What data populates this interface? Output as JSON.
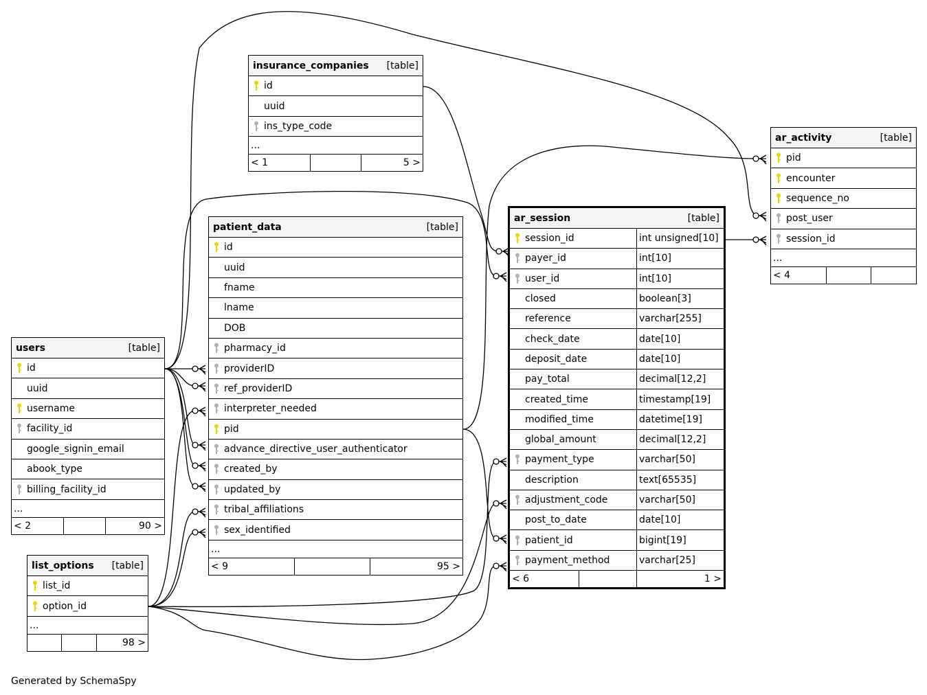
{
  "footer_text": "Generated by SchemaSpy",
  "colors": {
    "primary_key": "#e6d800",
    "foreign_key": "#b0b0b0",
    "header_bg": "#f4f4f4"
  },
  "tables": {
    "insurance_companies": {
      "name": "insurance_companies",
      "kind": "[table]",
      "columns": [
        {
          "name": "id",
          "key": "primary"
        },
        {
          "name": "uuid",
          "key": "none"
        },
        {
          "name": "ins_type_code",
          "key": "foreign"
        }
      ],
      "ellipsis": "...",
      "parents": "< 1",
      "middle": "",
      "children": "5 >"
    },
    "ar_activity": {
      "name": "ar_activity",
      "kind": "[table]",
      "columns": [
        {
          "name": "pid",
          "key": "primary"
        },
        {
          "name": "encounter",
          "key": "primary"
        },
        {
          "name": "sequence_no",
          "key": "primary"
        },
        {
          "name": "post_user",
          "key": "foreign"
        },
        {
          "name": "session_id",
          "key": "foreign"
        }
      ],
      "ellipsis": "...",
      "parents": "< 4",
      "middle": "",
      "children": ""
    },
    "ar_session": {
      "name": "ar_session",
      "kind": "[table]",
      "columns": [
        {
          "name": "session_id",
          "type": "int unsigned[10]",
          "key": "primary"
        },
        {
          "name": "payer_id",
          "type": "int[10]",
          "key": "foreign"
        },
        {
          "name": "user_id",
          "type": "int[10]",
          "key": "foreign"
        },
        {
          "name": "closed",
          "type": "boolean[3]",
          "key": "none"
        },
        {
          "name": "reference",
          "type": "varchar[255]",
          "key": "none"
        },
        {
          "name": "check_date",
          "type": "date[10]",
          "key": "none"
        },
        {
          "name": "deposit_date",
          "type": "date[10]",
          "key": "none"
        },
        {
          "name": "pay_total",
          "type": "decimal[12,2]",
          "key": "none"
        },
        {
          "name": "created_time",
          "type": "timestamp[19]",
          "key": "none"
        },
        {
          "name": "modified_time",
          "type": "datetime[19]",
          "key": "none"
        },
        {
          "name": "global_amount",
          "type": "decimal[12,2]",
          "key": "none"
        },
        {
          "name": "payment_type",
          "type": "varchar[50]",
          "key": "foreign"
        },
        {
          "name": "description",
          "type": "text[65535]",
          "key": "none"
        },
        {
          "name": "adjustment_code",
          "type": "varchar[50]",
          "key": "foreign"
        },
        {
          "name": "post_to_date",
          "type": "date[10]",
          "key": "none"
        },
        {
          "name": "patient_id",
          "type": "bigint[19]",
          "key": "foreign"
        },
        {
          "name": "payment_method",
          "type": "varchar[25]",
          "key": "foreign"
        }
      ],
      "parents": "< 6",
      "middle": "",
      "children": "1 >"
    },
    "patient_data": {
      "name": "patient_data",
      "kind": "[table]",
      "columns": [
        {
          "name": "id",
          "key": "primary"
        },
        {
          "name": "uuid",
          "key": "none"
        },
        {
          "name": "fname",
          "key": "none"
        },
        {
          "name": "lname",
          "key": "none"
        },
        {
          "name": "DOB",
          "key": "none"
        },
        {
          "name": "pharmacy_id",
          "key": "foreign"
        },
        {
          "name": "providerID",
          "key": "foreign"
        },
        {
          "name": "ref_providerID",
          "key": "foreign"
        },
        {
          "name": "interpreter_needed",
          "key": "foreign"
        },
        {
          "name": "pid",
          "key": "primary"
        },
        {
          "name": "advance_directive_user_authenticator",
          "key": "foreign"
        },
        {
          "name": "created_by",
          "key": "foreign"
        },
        {
          "name": "updated_by",
          "key": "foreign"
        },
        {
          "name": "tribal_affiliations",
          "key": "foreign"
        },
        {
          "name": "sex_identified",
          "key": "foreign"
        }
      ],
      "ellipsis": "...",
      "parents": "< 9",
      "middle": "",
      "children": "95 >"
    },
    "users": {
      "name": "users",
      "kind": "[table]",
      "columns": [
        {
          "name": "id",
          "key": "primary"
        },
        {
          "name": "uuid",
          "key": "none"
        },
        {
          "name": "username",
          "key": "primary"
        },
        {
          "name": "facility_id",
          "key": "foreign"
        },
        {
          "name": "google_signin_email",
          "key": "none"
        },
        {
          "name": "abook_type",
          "key": "none"
        },
        {
          "name": "billing_facility_id",
          "key": "foreign"
        }
      ],
      "ellipsis": "...",
      "parents": "< 2",
      "middle": "",
      "children": "90 >"
    },
    "list_options": {
      "name": "list_options",
      "kind": "[table]",
      "columns": [
        {
          "name": "list_id",
          "key": "primary"
        },
        {
          "name": "option_id",
          "key": "primary"
        }
      ],
      "ellipsis": "...",
      "parents": "",
      "middle": "",
      "children": "98 >"
    }
  },
  "relationships": [
    {
      "from": "users.id",
      "to": "patient_data.providerID"
    },
    {
      "from": "users.id",
      "to": "patient_data.ref_providerID"
    },
    {
      "from": "users.id",
      "to": "patient_data.advance_directive_user_authenticator"
    },
    {
      "from": "users.id",
      "to": "patient_data.created_by"
    },
    {
      "from": "users.id",
      "to": "patient_data.updated_by"
    },
    {
      "from": "users.id",
      "to": "ar_session.user_id"
    },
    {
      "from": "users.id",
      "to": "ar_activity.post_user"
    },
    {
      "from": "insurance_companies.id",
      "to": "ar_session.payer_id"
    },
    {
      "from": "patient_data.pid",
      "to": "ar_activity.pid"
    },
    {
      "from": "patient_data.pid",
      "to": "ar_session.patient_id"
    },
    {
      "from": "ar_session.session_id",
      "to": "ar_activity.session_id"
    },
    {
      "from": "list_options.option_id",
      "to": "patient_data.interpreter_needed"
    },
    {
      "from": "list_options.option_id",
      "to": "patient_data.tribal_affiliations"
    },
    {
      "from": "list_options.option_id",
      "to": "patient_data.sex_identified"
    },
    {
      "from": "list_options.option_id",
      "to": "ar_session.payment_type"
    },
    {
      "from": "list_options.option_id",
      "to": "ar_session.adjustment_code"
    },
    {
      "from": "list_options.option_id",
      "to": "ar_session.payment_method"
    }
  ]
}
